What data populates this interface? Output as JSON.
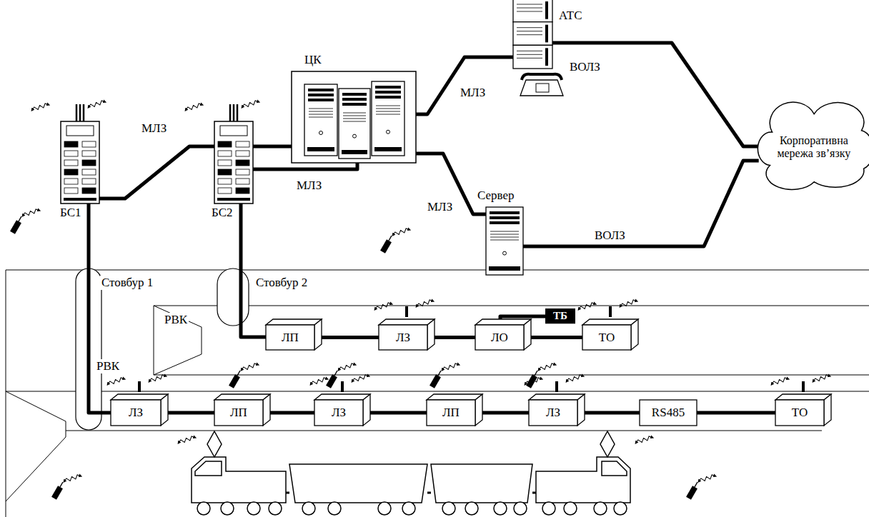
{
  "diagram": {
    "nodes": [
      {
        "text": [
          "БС1"
        ]
      },
      {
        "text": [
          "ЦК"
        ]
      },
      {
        "text": [
          "АТС"
        ]
      },
      {
        "text": [
          "БС2"
        ]
      },
      {
        "text": [
          "Сервер"
        ]
      },
      {
        "text": [
          "Корпоративна мережа зв’язку"
        ]
      },
      {
        "text": [
          "ЛП"
        ]
      },
      {
        "text": [
          "ЛЗ"
        ]
      },
      {
        "text": [
          "ЛО"
        ]
      },
      {
        "text": [
          "ТБ"
        ]
      },
      {
        "text": [
          "ТО"
        ]
      },
      {
        "text": [
          "ЛЗ"
        ]
      },
      {
        "text": [
          "ЛП"
        ]
      },
      {
        "text": [
          "ЛЗ"
        ]
      },
      {
        "text": [
          "ЛП"
        ]
      },
      {
        "text": [
          "ЛЗ"
        ]
      },
      {
        "text": [
          "RS485"
        ]
      },
      {
        "text": [
          "ТО"
        ]
      }
    ],
    "edges": [
      {
        "from": 0,
        "to": 1,
        "label": "МЛЗ",
        "arrow": "none"
      },
      {
        "from": 1,
        "to": 2,
        "label": "МЛЗ",
        "arrow": "none"
      },
      {
        "from": 3,
        "to": 1,
        "label": "МЛЗ",
        "arrow": "none"
      },
      {
        "from": 1,
        "to": 4,
        "label": "МЛЗ",
        "arrow": "none"
      },
      {
        "from": 2,
        "to": 5,
        "label": "ВОЛЗ",
        "arrow": "none"
      },
      {
        "from": 4,
        "to": 5,
        "label": "ВОЛЗ",
        "arrow": "none"
      },
      {
        "from": 3,
        "to": 6,
        "arrow": "none"
      },
      {
        "from": 6,
        "to": 7,
        "arrow": "none"
      },
      {
        "from": 7,
        "to": 8,
        "arrow": "none"
      },
      {
        "from": 8,
        "to": 9,
        "arrow": "none"
      },
      {
        "from": 8,
        "to": 10,
        "arrow": "none"
      },
      {
        "from": 0,
        "to": 11,
        "arrow": "none"
      },
      {
        "from": 11,
        "to": 12,
        "arrow": "none"
      },
      {
        "from": 12,
        "to": 13,
        "arrow": "none"
      },
      {
        "from": 13,
        "to": 14,
        "arrow": "none"
      },
      {
        "from": 14,
        "to": 15,
        "arrow": "none"
      },
      {
        "from": 15,
        "to": 16,
        "arrow": "none"
      },
      {
        "from": 16,
        "to": 17,
        "arrow": "none"
      }
    ],
    "labels": [
      "Стовбур 1",
      "Стовбур 2",
      "РВК",
      "РВК"
    ]
  }
}
